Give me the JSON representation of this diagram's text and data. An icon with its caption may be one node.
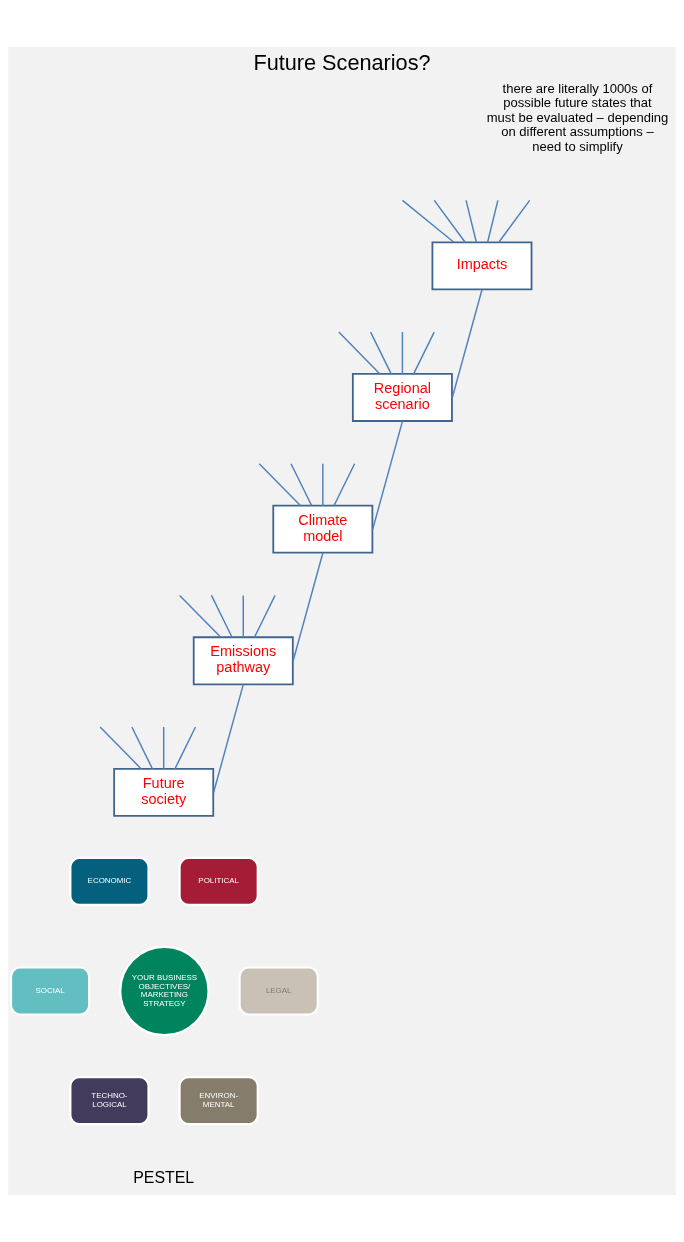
{
  "diagram": {
    "title": "Future Scenarios?",
    "nodes": [
      {
        "text": [
          "Future society"
        ]
      },
      {
        "text": [
          "Emissions pathway"
        ]
      },
      {
        "text": [
          "Climate model"
        ]
      },
      {
        "text": [
          "Regional scenario"
        ]
      },
      {
        "text": [
          "Impacts"
        ]
      },
      {
        "text": [
          "YOUR BUSINESS OBJECTIVES/ MARKETING STRATEGY"
        ]
      },
      {
        "text": [
          "POLITICAL"
        ]
      },
      {
        "text": [
          "ECONOMIC"
        ]
      },
      {
        "text": [
          "SOCIAL"
        ]
      },
      {
        "text": [
          "TECHNO- LOGICAL"
        ]
      },
      {
        "text": [
          "ENVIRON- MENTAL"
        ]
      },
      {
        "text": [
          "LEGAL"
        ]
      }
    ],
    "edges": [
      {
        "from": 0,
        "to": null,
        "arrow": "none"
      },
      {
        "from": 0,
        "to": null,
        "arrow": "none"
      },
      {
        "from": 0,
        "to": null,
        "arrow": "none"
      },
      {
        "from": 0,
        "to": null,
        "arrow": "none"
      },
      {
        "from": 0,
        "to": 1,
        "arrow": "none"
      },
      {
        "from": 1,
        "to": null,
        "arrow": "none"
      },
      {
        "from": 1,
        "to": null,
        "arrow": "none"
      },
      {
        "from": 1,
        "to": null,
        "arrow": "none"
      },
      {
        "from": 1,
        "to": null,
        "arrow": "none"
      },
      {
        "from": 1,
        "to": 2,
        "arrow": "none"
      },
      {
        "from": 2,
        "to": null,
        "arrow": "none"
      },
      {
        "from": 2,
        "to": null,
        "arrow": "none"
      },
      {
        "from": 2,
        "to": null,
        "arrow": "none"
      },
      {
        "from": 2,
        "to": null,
        "arrow": "none"
      },
      {
        "from": 2,
        "to": 3,
        "arrow": "none"
      },
      {
        "from": 3,
        "to": null,
        "arrow": "none"
      },
      {
        "from": 3,
        "to": null,
        "arrow": "none"
      },
      {
        "from": 3,
        "to": null,
        "arrow": "none"
      },
      {
        "from": 3,
        "to": null,
        "arrow": "none"
      },
      {
        "from": 3,
        "to": 4,
        "arrow": "none"
      },
      {
        "from": 4,
        "to": null,
        "arrow": "none"
      },
      {
        "from": 4,
        "to": null,
        "arrow": "none"
      },
      {
        "from": 4,
        "to": null,
        "arrow": "none"
      },
      {
        "from": 4,
        "to": null,
        "arrow": "none"
      },
      {
        "from": 4,
        "to": null,
        "arrow": "none"
      }
    ],
    "labels": [
      "there are literally 1000s of possible future states that must be evaluated – depending on different assumptions – need to simplify",
      "PESTEL"
    ]
  }
}
